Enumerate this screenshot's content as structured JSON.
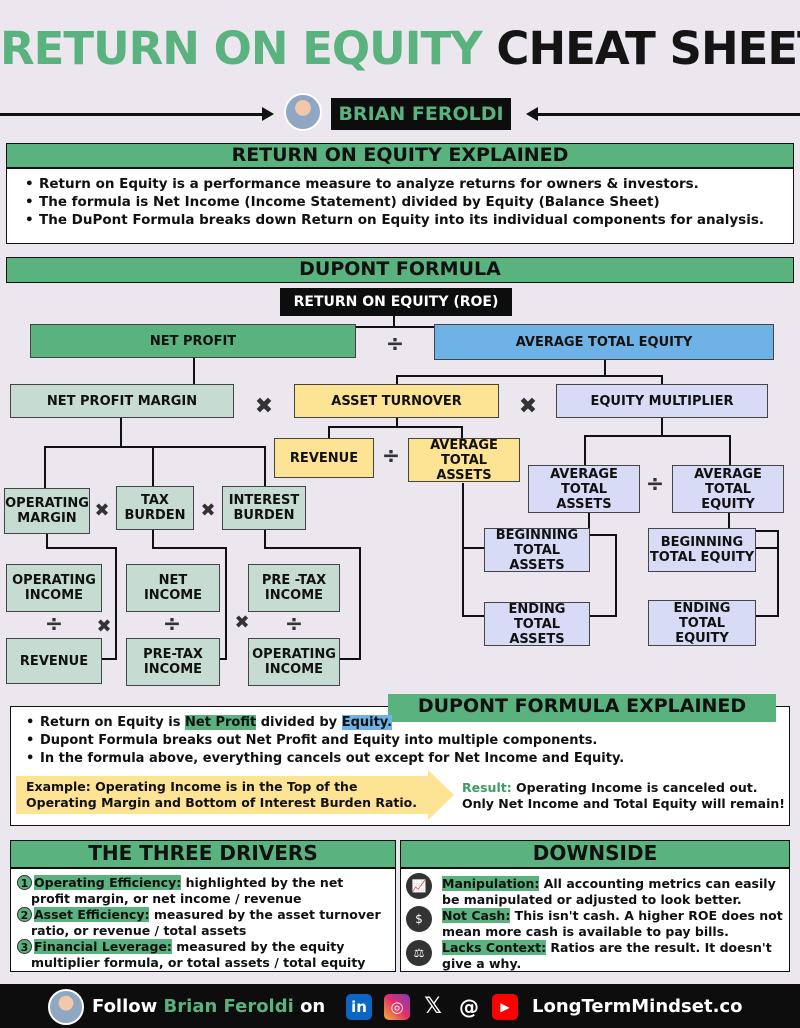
{
  "title": {
    "part1": "RETURN ON EQUITY",
    "part2": "CHEAT SHEET"
  },
  "author": {
    "name": "BRIAN FEROLDI"
  },
  "explained": {
    "heading": "RETURN ON EQUITY EXPLAINED",
    "bullets": [
      "Return on Equity is a performance measure to analyze returns for owners & investors.",
      "The formula is Net Income (Income Statement) divided by Equity (Balance Sheet)",
      "The DuPont Formula breaks down Return on Equity into its individual components for analysis."
    ]
  },
  "dupont": {
    "heading": "DUPONT FORMULA",
    "roe": "RETURN ON EQUITY (ROE)",
    "net_profit": "NET PROFIT",
    "avg_total_equity": "AVERAGE TOTAL EQUITY",
    "net_profit_margin": "NET PROFIT MARGIN",
    "asset_turnover": "ASSET TURNOVER",
    "equity_multiplier": "EQUITY MULTIPLIER",
    "revenue": "REVENUE",
    "avg_total_assets_1": "AVERAGE TOTAL ASSETS",
    "operating_margin": "OPERATING MARGIN",
    "tax_burden": "TAX BURDEN",
    "interest_burden": "INTEREST BURDEN",
    "avg_total_assets_2": "AVERAGE TOTAL ASSETS",
    "avg_total_equity_2": "AVERAGE TOTAL EQUITY",
    "operating_income": "OPERATING INCOME",
    "net_income": "NET INCOME",
    "pretax_income": "PRE -TAX INCOME",
    "revenue_2": "REVENUE",
    "pretax_income_2": "PRE-TAX INCOME",
    "operating_income_2": "OPERATING INCOME",
    "beginning_total_assets": "BEGINNING TOTAL ASSETS",
    "ending_total_assets": "ENDING TOTAL ASSETS",
    "beginning_total_equity": "BEGINNING TOTAL EQUITY",
    "ending_total_equity": "ENDING TOTAL EQUITY"
  },
  "dupont_explained": {
    "heading": "DUPONT FORMULA EXPLAINED",
    "b1_pre": "Return on Equity is ",
    "b1_hl1": "Net Profit",
    "b1_mid": " divided by ",
    "b1_hl2": "Equity.",
    "b2": "Dupont Formula breaks out Net Profit and Equity into multiple components.",
    "b3": "In the formula above, everything cancels out except for Net Income and Equity.",
    "example_line1": "Example: Operating Income is in the Top of the",
    "example_line2": "Operating Margin and Bottom of Interest Burden Ratio.",
    "result_label": "Result:",
    "result_line1": " Operating Income is canceled out.",
    "result_line2": "Only Net Income and Total Equity will remain!"
  },
  "drivers": {
    "heading": "THE THREE DRIVERS",
    "items": [
      {
        "num": "1",
        "label": "Operating Efficiency:",
        "text": " highlighted by the net",
        "text2": "profit margin, or net income / revenue"
      },
      {
        "num": "2",
        "label": "Asset Efficiency:",
        "text": " measured by the asset turnover",
        "text2": "ratio, or revenue / total assets"
      },
      {
        "num": "3",
        "label": "Financial Leverage:",
        "text": " measured by the equity",
        "text2": "multiplier formula, or total assets / total equity"
      }
    ]
  },
  "downside": {
    "heading": "DOWNSIDE",
    "items": [
      {
        "label": "Manipulation:",
        "text": " All accounting metrics can easily",
        "text2": "be manipulated or adjusted to look better."
      },
      {
        "label": "Not Cash:",
        "text": " This isn't cash. A higher ROE does not",
        "text2": "mean more cash is available to pay bills."
      },
      {
        "label": "Lacks Context:",
        "text": " Ratios are the result. It doesn't",
        "text2": "give a why."
      }
    ]
  },
  "footer": {
    "follow": "Follow ",
    "name": "Brian Feroldi",
    "on": " on",
    "website": "LongTermMindset.co"
  },
  "colors": {
    "green": "#5ab27e",
    "blue": "#6fb3e6",
    "yellow": "#fde394",
    "lavender": "#d8dbf6",
    "sage": "#c6dbd2"
  }
}
